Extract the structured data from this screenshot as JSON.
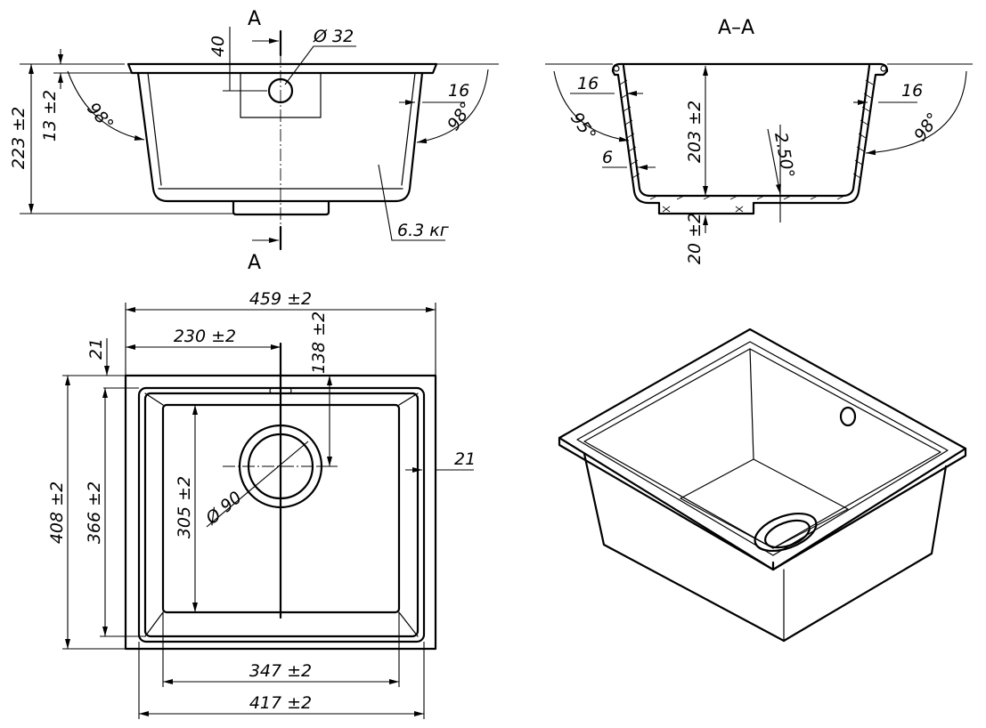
{
  "section": {
    "cut_mark_top": "A",
    "cut_mark_bottom": "A",
    "section_title": "A–A"
  },
  "front_view": {
    "overflow_offset": "40",
    "overflow_diameter": "Ø 32",
    "total_height": "223 ±2",
    "rim_height": "13 ±2",
    "left_angle": "98°",
    "right_angle": "98°",
    "rim_width": "16",
    "weight": "6.3 кг"
  },
  "section_view": {
    "left_rim_width": "16",
    "right_rim_width": "16",
    "left_angle": "95°",
    "right_angle": "98°",
    "wall_thickness": "6",
    "inner_depth": "203 ±2",
    "bottom_slope": "2.50°",
    "bottom_offset": "20 ±2"
  },
  "plan_view": {
    "overall_width": "459 ±2",
    "drain_offset_x": "230 ±2",
    "drain_offset_y": "138 ±2",
    "top_flange": "21",
    "side_flange": "21",
    "overall_depth": "408 ±2",
    "flange_depth": "366 ±2",
    "bowl_depth": "305 ±2",
    "drain_diameter": "Ø 90",
    "bowl_width": "347 ±2",
    "flange_width": "417 ±2"
  }
}
